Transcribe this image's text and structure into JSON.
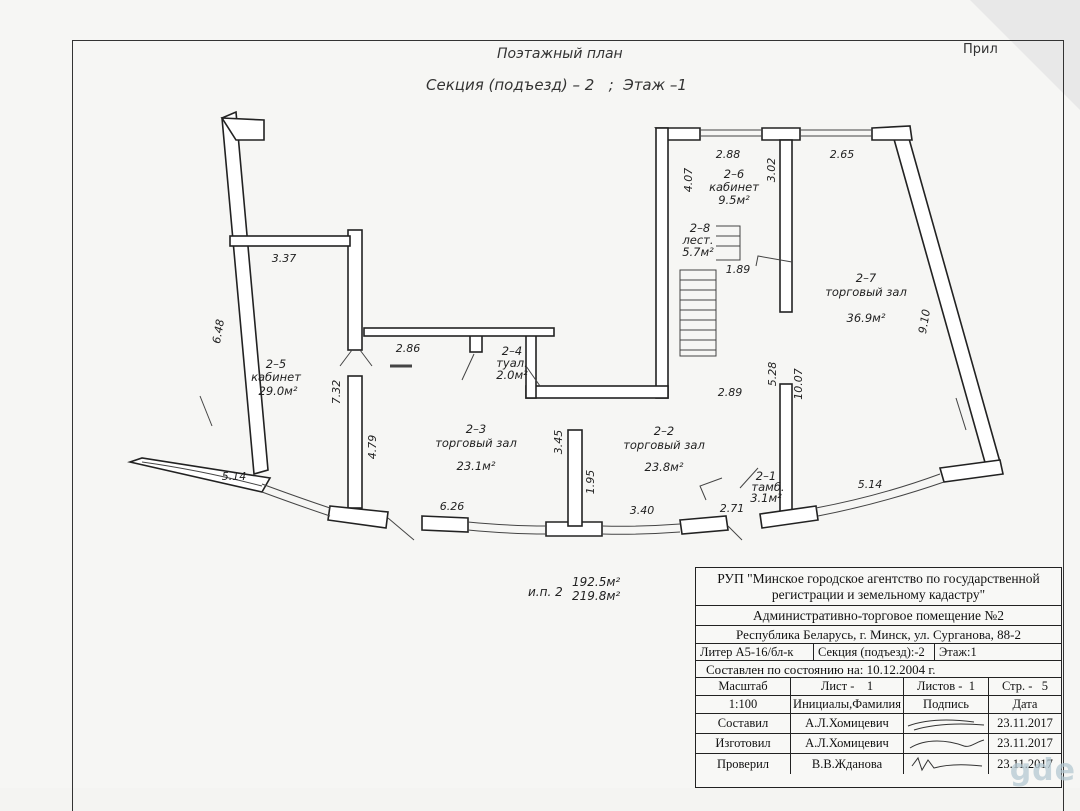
{
  "header": {
    "title": "Поэтажный план",
    "subtitle": "Секция (подъезд) – 2   ;  Этаж –1",
    "corner": "Прил"
  },
  "rooms": [
    {
      "num": "2–1",
      "name": "тамб.",
      "area": "3.1м²"
    },
    {
      "num": "2–2",
      "name": "торговый зал",
      "area": "23.8м²"
    },
    {
      "num": "2–3",
      "name": "торговый зал",
      "area": "23.1м²"
    },
    {
      "num": "2–4",
      "name": "туал.",
      "area": "2.0м²"
    },
    {
      "num": "2–5",
      "name": "кабинет",
      "area": "29.0м²"
    },
    {
      "num": "2–6",
      "name": "кабинет",
      "area": "9.5м²"
    },
    {
      "num": "2–7",
      "name": "торговый зал",
      "area": "36.9м²"
    },
    {
      "num": "2–8",
      "name": "лест.",
      "area": "5.7м²"
    }
  ],
  "dimensions": [
    "2.88",
    "2.65",
    "4.07",
    "3.02",
    "3.37",
    "1.89",
    "6.48",
    "9.10",
    "2.86",
    "7.32",
    "5.28",
    "10.07",
    "2.89",
    "4.79",
    "3.45",
    "1.95",
    "5.14",
    "5.14",
    "6.26",
    "3.40",
    "2.71"
  ],
  "totals": {
    "label": "и.п. 2",
    "area1": "192.5м²",
    "area2": "219.8м²"
  },
  "stamp": {
    "org": "РУП \"Минское городское агентство по государственной регистрации и земельному кадастру\"",
    "object": "Административно-торговое помещение №2",
    "address": "Республика Беларусь, г. Минск, ул. Сурганова, 88-2",
    "liter": "Литер А5-16/бл-к",
    "section": "Секция (подъезд):-2",
    "floor": "Этаж:1",
    "state": "Составлен по состоянию на: 10.12.2004 г.",
    "scale_label": "Масштаб",
    "sheet_label": "Лист -",
    "sheet_val": "1",
    "sheets_label": "Листов -",
    "sheets_val": "1",
    "page_label": "Стр. -",
    "page_val": "5",
    "scale_val": "1:100",
    "col_name": "Инициалы,Фамилия",
    "col_sign": "Подпись",
    "col_date": "Дата",
    "rows": [
      {
        "role": "Составил",
        "name": "А.Л.Хомицевич",
        "date": "23.11.2017"
      },
      {
        "role": "Изготовил",
        "name": "А.Л.Хомицевич",
        "date": "23.11.2017"
      },
      {
        "role": "Проверил",
        "name": "В.В.Жданова",
        "date": "23.11.2017"
      }
    ]
  },
  "watermark": "gde"
}
